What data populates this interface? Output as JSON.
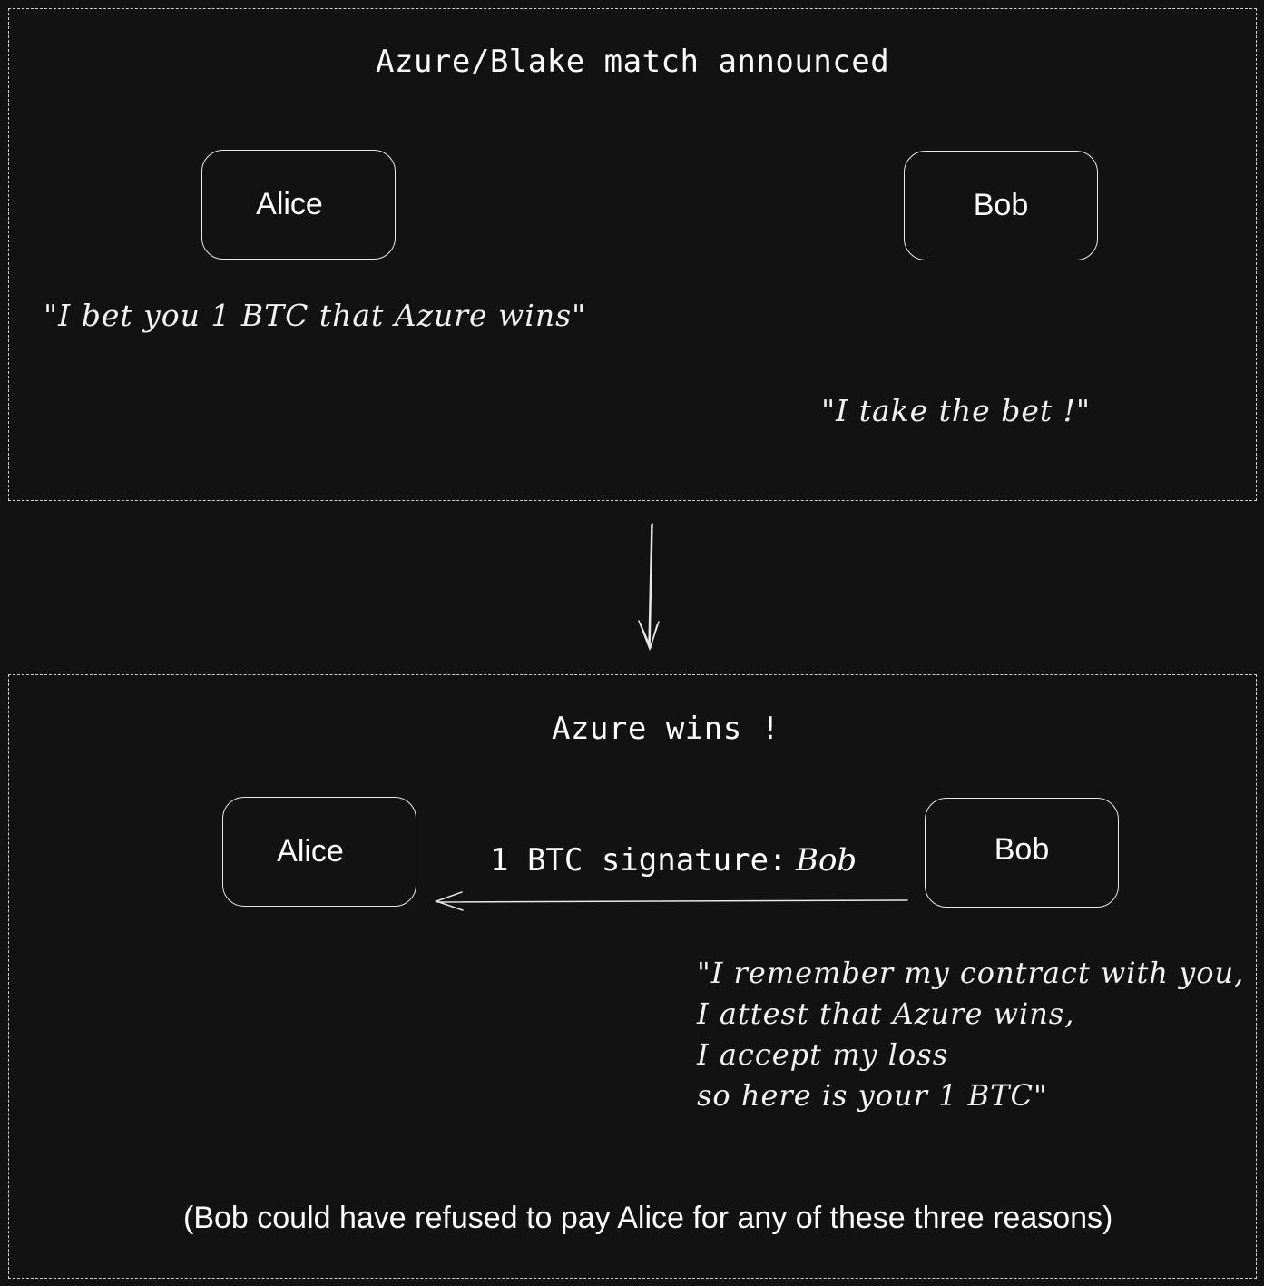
{
  "scene1": {
    "title": "Azure/Blake match announced",
    "node_left": "Alice",
    "node_right": "Bob",
    "alice_quote": "\"I bet you 1 BTC that Azure wins\"",
    "bob_quote": "\"I take the bet !\""
  },
  "scene2": {
    "title": "Azure wins !",
    "node_left": "Alice",
    "node_right": "Bob",
    "edge_label_mono": "1 BTC signature:",
    "edge_label_script": "Bob",
    "bob_quote_lines": [
      "\"I remember my contract with you,",
      "I attest that Azure wins,",
      "I accept my loss",
      "so here is your 1 BTC\""
    ],
    "caption": "(Bob could have refused to pay Alice for any of these three reasons)"
  },
  "colors": {
    "background": "#121212",
    "stroke": "#e8e8e8",
    "text": "#ffffff"
  }
}
